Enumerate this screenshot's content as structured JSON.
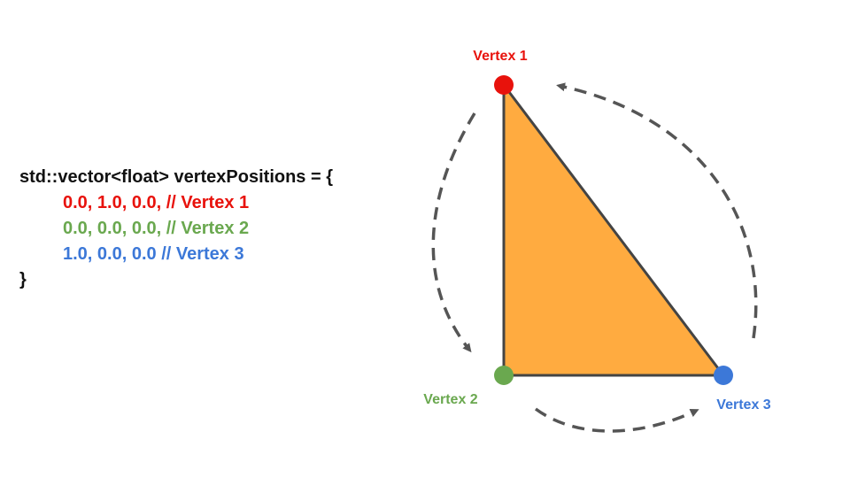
{
  "code": {
    "header": "std::vector<float> vertexPositions = {",
    "lines": [
      {
        "text": "0.0, 1.0, 0.0, // Vertex 1",
        "color": "#e8120c"
      },
      {
        "text": "0.0, 0.0, 0.0, // Vertex 2",
        "color": "#6aa84f"
      },
      {
        "text": "1.0, 0.0, 0.0 // Vertex 3",
        "color": "#3c78d8"
      }
    ],
    "footer": "}"
  },
  "diagram": {
    "triangle_fill": "#ffab40",
    "edge_color": "#444444",
    "arrow_color": "#555555",
    "vertices": [
      {
        "label": "Vertex 1",
        "color": "#e8120c"
      },
      {
        "label": "Vertex 2",
        "color": "#6aa84f"
      },
      {
        "label": "Vertex 3",
        "color": "#3c78d8"
      }
    ]
  }
}
